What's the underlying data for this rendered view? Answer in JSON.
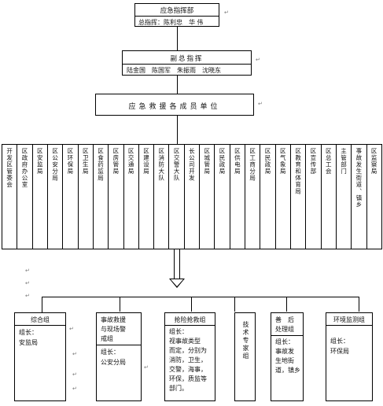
{
  "command": {
    "title": "应急指挥部",
    "commander": "总指挥：陈利忠　华 伟"
  },
  "deputy": {
    "title": "副总指挥",
    "members": "陆金国　陈国军　朱振雨　沈晓东"
  },
  "members_title": "应急救援各成员单位",
  "units": [
    "开发区管委会",
    "区政府办公室",
    "区安监局",
    "区公安分局",
    "区环保局",
    "区卫生局",
    "区食药监局",
    "区房管局",
    "区交通局",
    "区建设局",
    "区消防大队",
    "区交警大队",
    "长公司开发",
    "区城管局",
    "区民政局",
    "区供电局",
    "区工商分局",
    "区民政局",
    "区气象局",
    "区教育和体育局",
    "区宣传部",
    "区总工会",
    "主管部门",
    "事故发生街道、镇乡",
    "区监察局"
  ],
  "groups": {
    "zonghe": {
      "title": "综合组",
      "lines": [
        "组长：",
        "安监局"
      ]
    },
    "shigu": {
      "title_lines": [
        "事故救援",
        "与现场警",
        "戒组"
      ],
      "lines": [
        "组长：",
        "公安分局"
      ]
    },
    "qiangxian": {
      "title": "抢险抢救组",
      "lines": [
        "组长：",
        "视事故类型",
        "而定，分别为",
        "消防，卫生，",
        "交警，海事，",
        "环保，质监等",
        "部门。"
      ]
    },
    "jishu": {
      "text": "技术专家组"
    },
    "shanhou": {
      "title_lines": [
        "善　后",
        "处理组"
      ],
      "lines": [
        "组长：",
        "事故发",
        "生地街",
        "道，镇乡"
      ]
    },
    "huanjing": {
      "title": "环境监测组",
      "lines": [
        "组长：",
        "环保局"
      ]
    }
  }
}
